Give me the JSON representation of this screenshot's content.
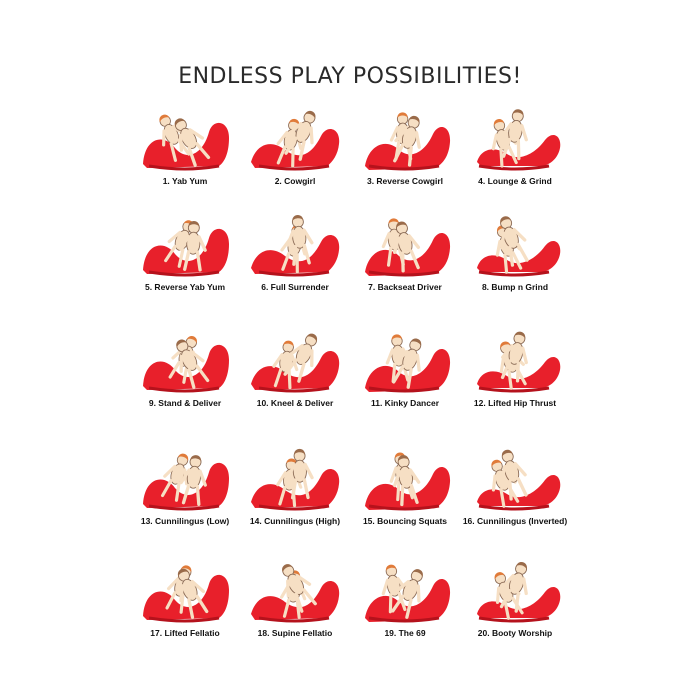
{
  "title": "ENDLESS PLAY POSSIBILITIES!",
  "colors": {
    "chaise_red": "#e8202b",
    "chaise_shadow": "#b5121c",
    "skin": "#f6dfc4",
    "skin_outline": "#8a6a55",
    "hair_female": "#e07b3a",
    "hair_male": "#9a6b4a",
    "text": "#111111",
    "title_text": "#2a2a2a"
  },
  "positions": [
    {
      "label": "1. Yab Yum",
      "icon": "chaise-couple-icon"
    },
    {
      "label": "2. Cowgirl",
      "icon": "chaise-couple-icon"
    },
    {
      "label": "3. Reverse Cowgirl",
      "icon": "chaise-couple-icon"
    },
    {
      "label": "4. Lounge & Grind",
      "icon": "chaise-couple-icon"
    },
    {
      "label": "5. Reverse Yab Yum",
      "icon": "chaise-couple-icon"
    },
    {
      "label": "6. Full Surrender",
      "icon": "chaise-couple-icon"
    },
    {
      "label": "7. Backseat Driver",
      "icon": "chaise-couple-icon"
    },
    {
      "label": "8. Bump n Grind",
      "icon": "chaise-couple-icon"
    },
    {
      "label": "9. Stand & Deliver",
      "icon": "chaise-couple-icon"
    },
    {
      "label": "10. Kneel & Deliver",
      "icon": "chaise-couple-icon"
    },
    {
      "label": "11. Kinky Dancer",
      "icon": "chaise-couple-icon"
    },
    {
      "label": "12. Lifted Hip Thrust",
      "icon": "chaise-couple-icon"
    },
    {
      "label": "13. Cunnilingus (Low)",
      "icon": "chaise-couple-icon"
    },
    {
      "label": "14. Cunnilingus (High)",
      "icon": "chaise-couple-icon"
    },
    {
      "label": "15. Bouncing Squats",
      "icon": "chaise-couple-icon"
    },
    {
      "label": "16. Cunnilingus (Inverted)",
      "icon": "chaise-couple-icon"
    },
    {
      "label": "17. Lifted Fellatio",
      "icon": "chaise-couple-icon"
    },
    {
      "label": "18. Supine Fellatio",
      "icon": "chaise-couple-icon"
    },
    {
      "label": "19. The 69",
      "icon": "chaise-couple-icon"
    },
    {
      "label": "20. Booty Worship",
      "icon": "chaise-couple-icon"
    }
  ]
}
